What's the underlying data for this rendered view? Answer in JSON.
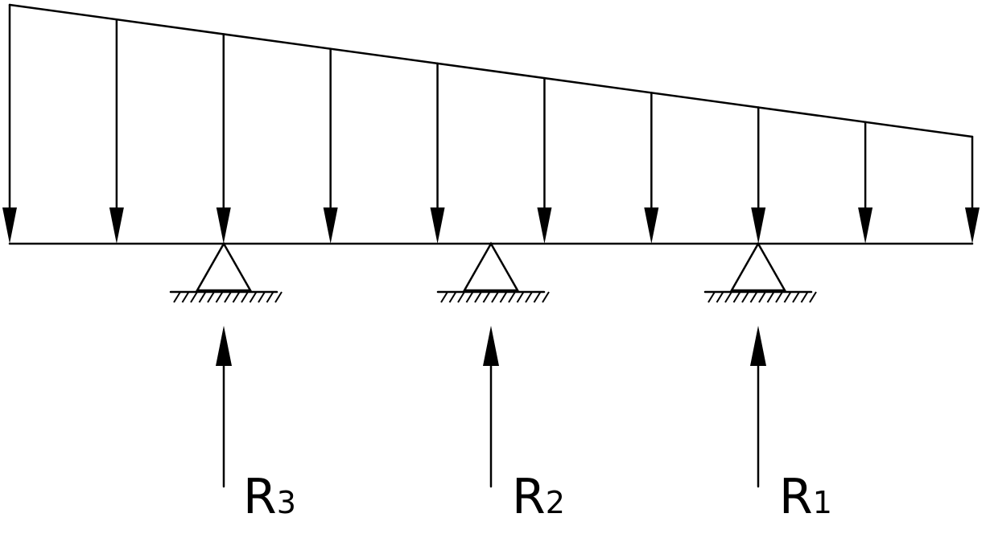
{
  "diagram": {
    "load_arrow_count": 10,
    "supports": [
      {
        "id": "R3",
        "letter": "R",
        "subscript": "3"
      },
      {
        "id": "R2",
        "letter": "R",
        "subscript": "2"
      },
      {
        "id": "R1",
        "letter": "R",
        "subscript": "1"
      }
    ],
    "colors": {
      "line": "#000000",
      "background": "#ffffff"
    }
  }
}
